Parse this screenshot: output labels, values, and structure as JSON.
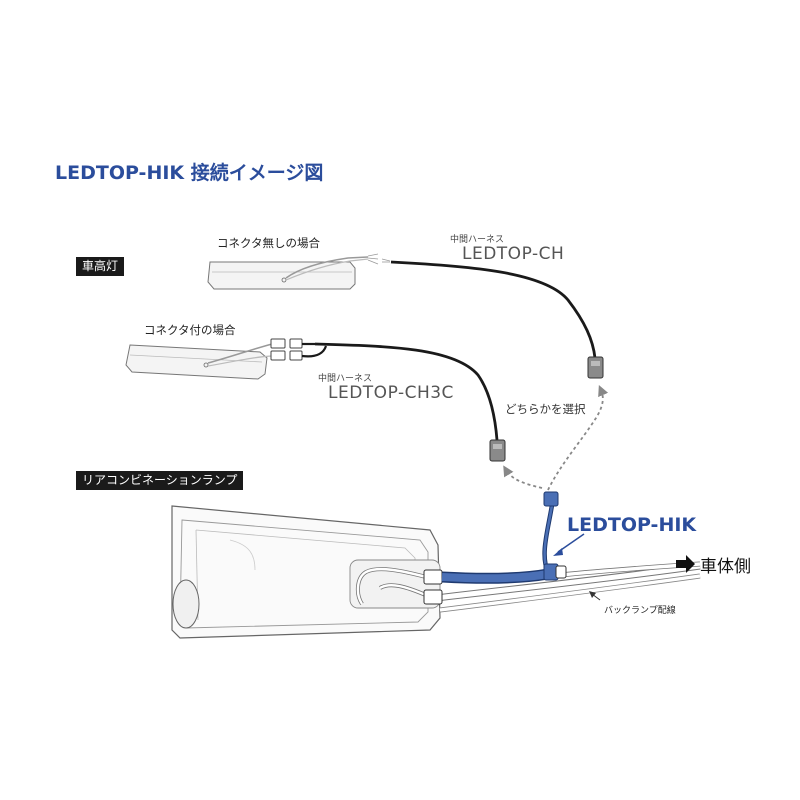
{
  "title": "LEDTOP-HIK 接続イメージ図",
  "sections": {
    "vehicle_height_lamp": "車高灯",
    "rear_combination_lamp": "リアコンビネーションランプ"
  },
  "labels": {
    "no_connector": "コネクタ無しの場合",
    "with_connector": "コネクタ付の場合",
    "choose_one": "どちらかを選択",
    "backup_lamp_wiring": "バックランプ配線",
    "vehicle_side": "車体側"
  },
  "harness_ch": {
    "caption": "中間ハーネス",
    "model": "LEDTOP-CH"
  },
  "harness_ch3c": {
    "caption": "中間ハーネス",
    "model": "LEDTOP-CH3C"
  },
  "product": {
    "model": "LEDTOP-HIK"
  },
  "colors": {
    "accent_blue": "#2b4d9c",
    "harness_blue": "#4a6fb5",
    "wire_black": "#1a1a1a"
  },
  "icons": {
    "vehicle_side_arrow": "arrow-right-icon"
  }
}
